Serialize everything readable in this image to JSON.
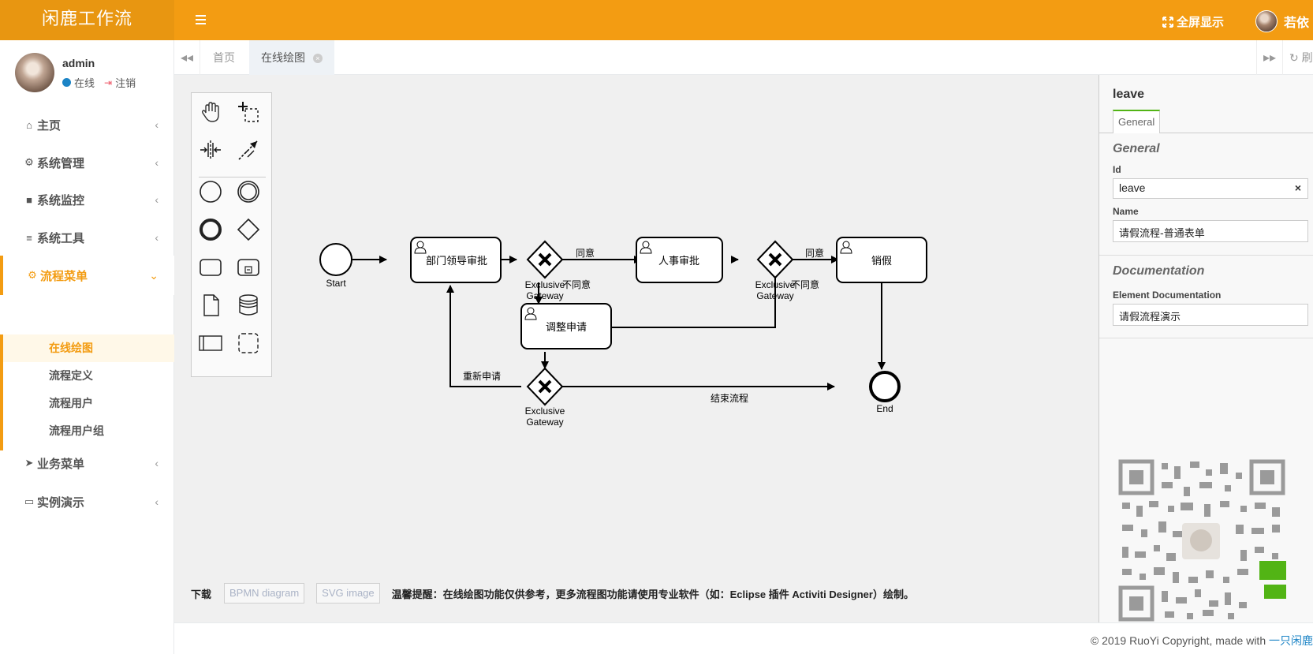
{
  "header": {
    "brand": "闲鹿工作流",
    "fullscreen_label": "全屏显示",
    "username": "若依"
  },
  "profile": {
    "name": "admin",
    "status": "在线",
    "logout": "注销"
  },
  "sidebar": {
    "items": [
      {
        "label": "主页",
        "icon": "home-icon"
      },
      {
        "label": "系统管理",
        "icon": "gear-icon"
      },
      {
        "label": "系统监控",
        "icon": "video-icon"
      },
      {
        "label": "系统工具",
        "icon": "bars-icon"
      },
      {
        "label": "流程菜单",
        "icon": "cogs-icon"
      },
      {
        "label": "业务菜单",
        "icon": "send-icon"
      },
      {
        "label": "实例演示",
        "icon": "desktop-icon"
      }
    ],
    "subitems": [
      {
        "label": "在线绘图"
      },
      {
        "label": "流程定义"
      },
      {
        "label": "流程用户"
      },
      {
        "label": "流程用户组"
      }
    ]
  },
  "tabs": {
    "items": [
      {
        "label": "首页"
      },
      {
        "label": "在线绘图"
      }
    ],
    "refresh_label": "刷新"
  },
  "diagram": {
    "start_label": "Start",
    "end_label": "End",
    "tasks": [
      "部门领导审批",
      "人事审批",
      "销假",
      "调整申请"
    ],
    "gateway_label_1": "Exclusive",
    "gateway_label_2": "Gateway",
    "flows": {
      "agree": "同意",
      "disagree": "不同意",
      "reapply": "重新申请",
      "end_process": "结束流程"
    }
  },
  "download": {
    "label": "下载",
    "bpmn_button": "BPMN diagram",
    "svg_button": "SVG image",
    "tip": "温馨提醒：在线绘图功能仅供参考，更多流程图功能请使用专业软件（如：Eclipse 插件 Activiti Designer）绘制。"
  },
  "properties": {
    "title": "leave",
    "tab": "General",
    "general_group": "General",
    "id_label": "Id",
    "id_value": "leave",
    "name_label": "Name",
    "name_value": "请假流程-普通表单",
    "doc_group": "Documentation",
    "doc_label": "Element Documentation",
    "doc_value": "请假流程演示"
  },
  "footer": {
    "copyright": "© 2019 RuoYi Copyright, made with ",
    "link": "一只闲鹿"
  },
  "colors": {
    "accent": "#f39c12",
    "link": "#1c84c6"
  }
}
